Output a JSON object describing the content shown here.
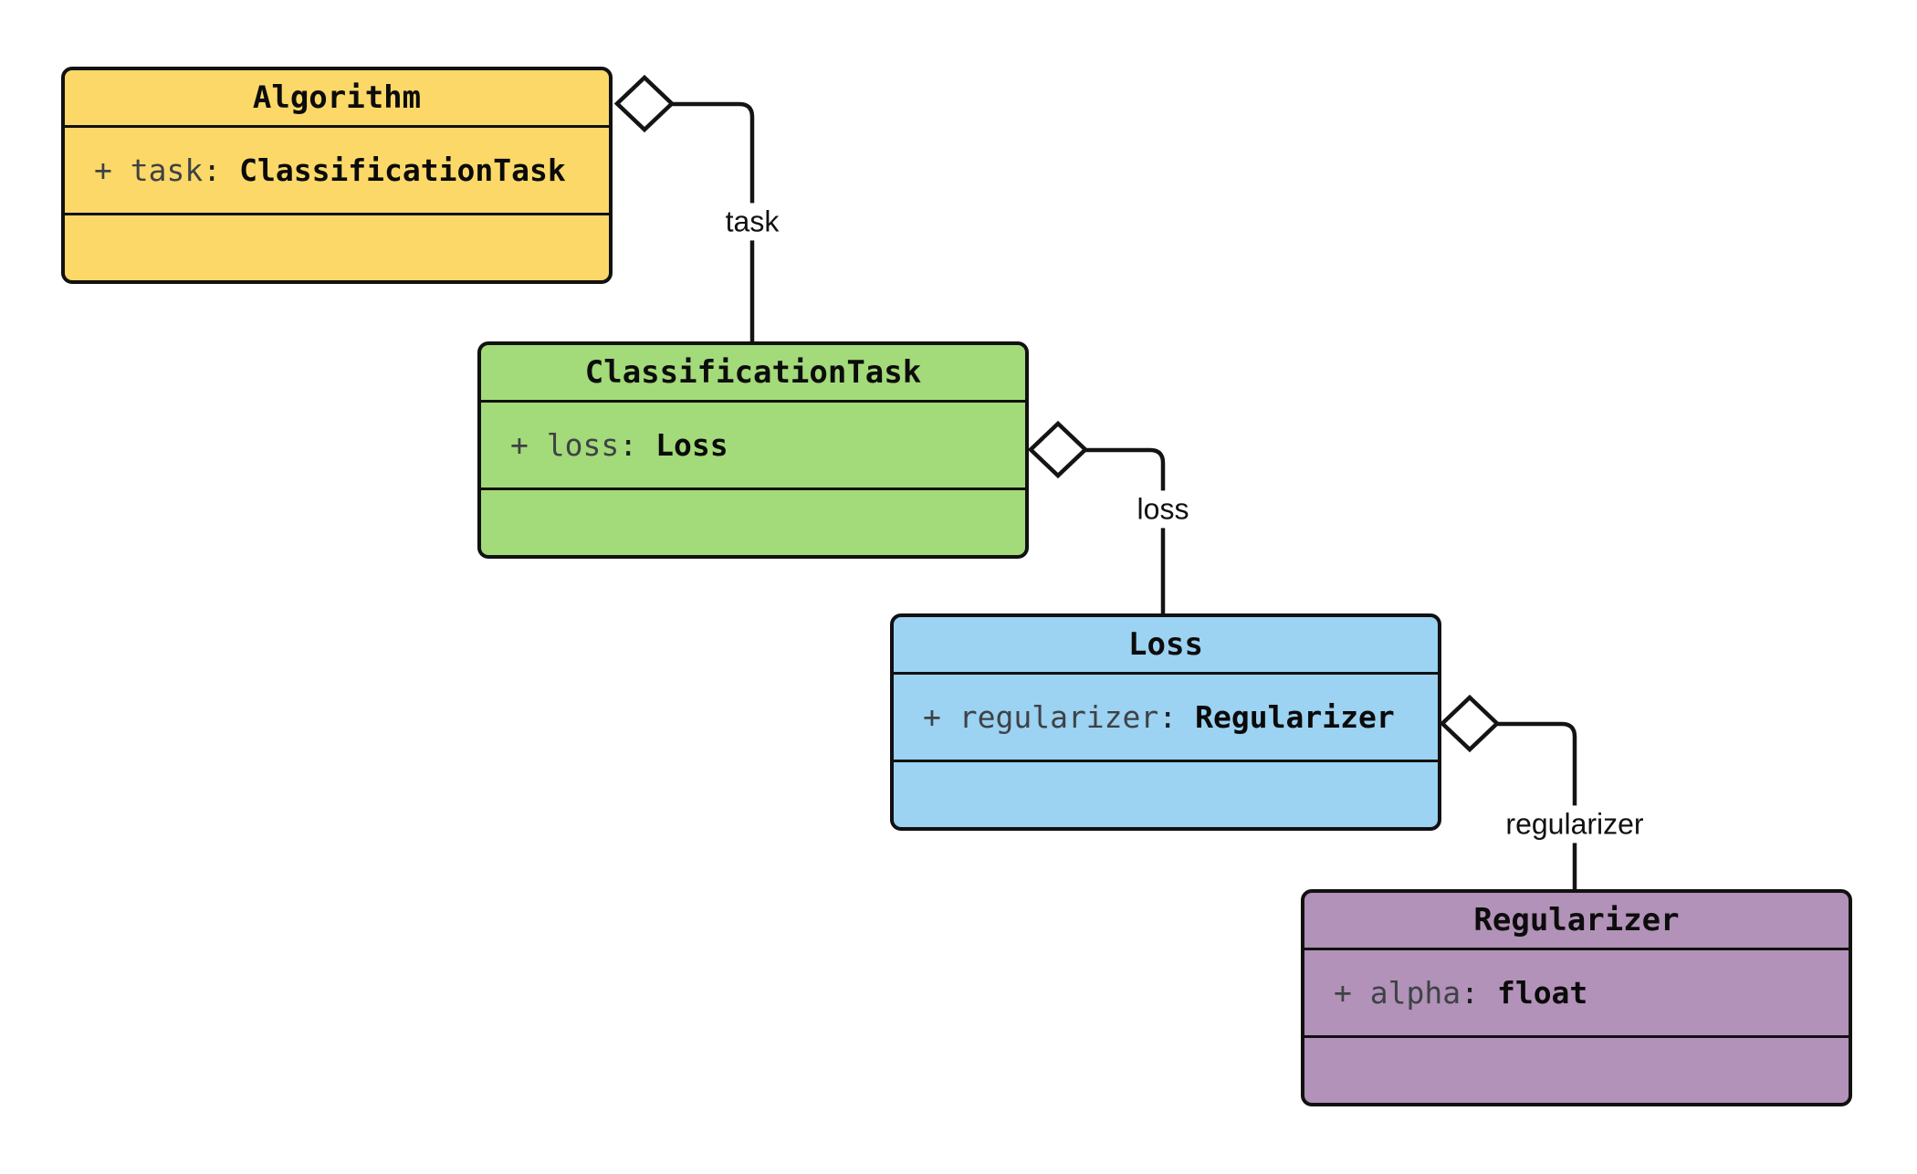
{
  "diagram": {
    "kind": "uml-class-diagram",
    "background_color": "#ffffff",
    "line_color": "#141414",
    "classes": [
      {
        "name": "Algorithm",
        "fill": "#fbd868",
        "attribute": {
          "label": "+ task",
          "separator": ":",
          "type": "ClassificationTask"
        }
      },
      {
        "name": "ClassificationTask",
        "fill": "#a3da7a",
        "attribute": {
          "label": "+ loss",
          "separator": ":",
          "type": "Loss"
        }
      },
      {
        "name": "Loss",
        "fill": "#9cd2f2",
        "attribute": {
          "label": "+ regularizer",
          "separator": ":",
          "type": "Regularizer"
        }
      },
      {
        "name": "Regularizer",
        "fill": "#b292b8",
        "attribute": {
          "label": "+ alpha",
          "separator": ":",
          "type": "float"
        }
      }
    ],
    "relations": [
      {
        "label": "task",
        "source": "Algorithm",
        "target": "ClassificationTask",
        "type": "aggregation"
      },
      {
        "label": "loss",
        "source": "ClassificationTask",
        "target": "Loss",
        "type": "aggregation"
      },
      {
        "label": "regularizer",
        "source": "Loss",
        "target": "Regularizer",
        "type": "aggregation"
      }
    ]
  }
}
